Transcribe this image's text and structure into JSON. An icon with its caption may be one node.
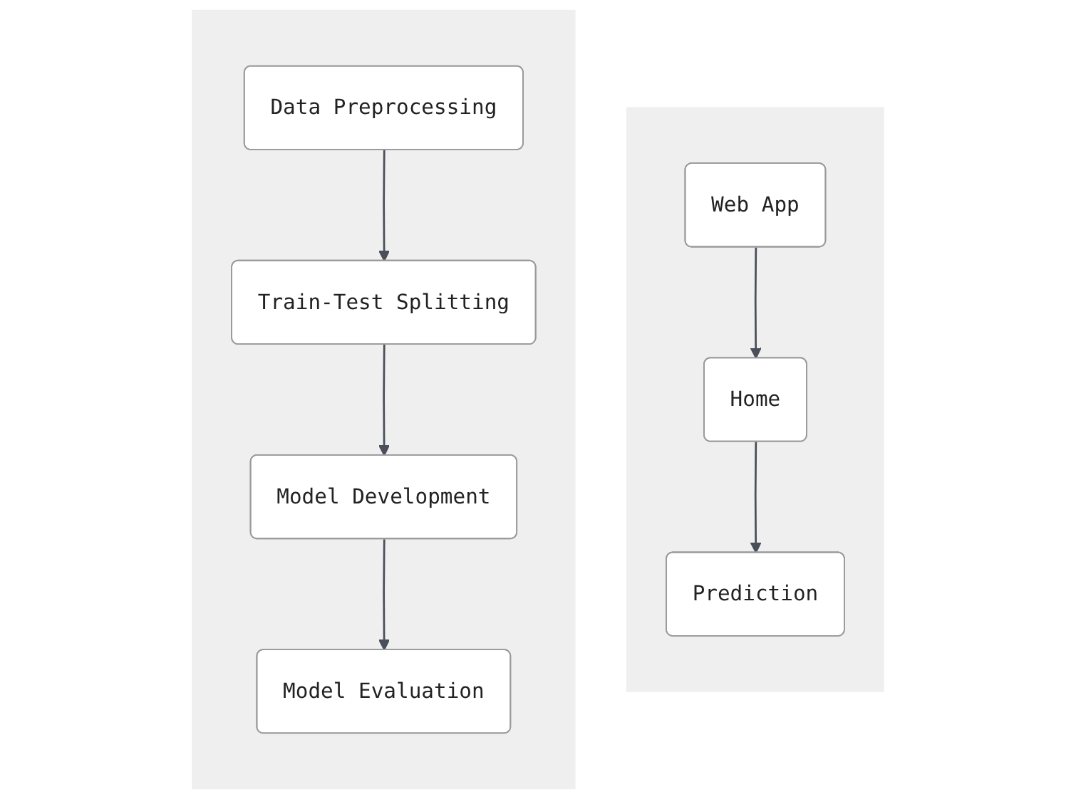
{
  "diagram": {
    "nodes": [
      {
        "text": [],
        "shape": "box"
      },
      {
        "text": [
          "Data Preprocessing"
        ],
        "in": 0
      },
      {
        "text": [
          "Train-Test Splitting"
        ],
        "in": 0
      },
      {
        "text": [
          "Model Development"
        ],
        "in": 0
      },
      {
        "text": [
          "Model Evaluation"
        ],
        "in": 0
      },
      {
        "text": [],
        "shape": "box"
      },
      {
        "text": [
          "Web App"
        ],
        "in": 5
      },
      {
        "text": [
          "Home"
        ],
        "in": 5
      },
      {
        "text": [
          "Prediction"
        ],
        "in": 5
      }
    ],
    "edges": [
      {
        "from": 1,
        "to": 2,
        "arrow": "to"
      },
      {
        "from": 2,
        "to": 3,
        "arrow": "to"
      },
      {
        "from": 3,
        "to": 4,
        "arrow": "to"
      },
      {
        "from": 6,
        "to": 7,
        "arrow": "to"
      },
      {
        "from": 7,
        "to": 8,
        "arrow": "to"
      }
    ]
  }
}
